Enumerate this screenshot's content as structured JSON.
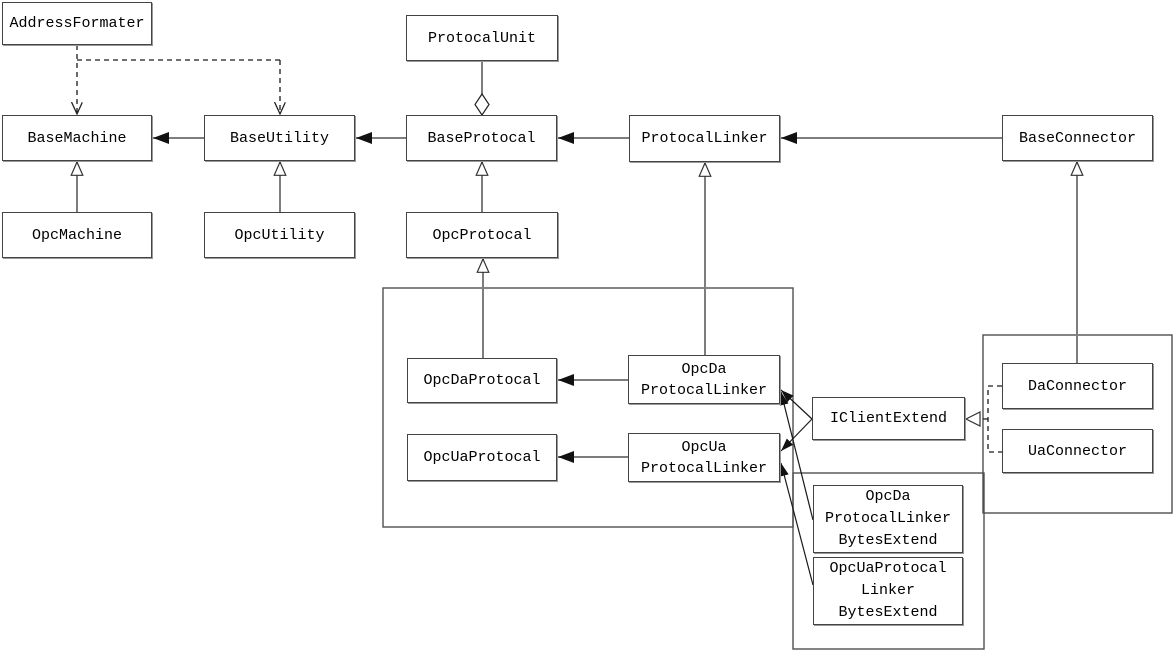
{
  "diagram": {
    "kind": "uml-class-diagram",
    "background_color": "#ffffff",
    "line_color": "#7d7d7d",
    "edge_accent_color": "#111111",
    "box_border_color": "#444444"
  },
  "nodes": {
    "address_formater": {
      "label": "AddressFormater"
    },
    "protocal_unit": {
      "label": "ProtocalUnit"
    },
    "base_machine": {
      "label": "BaseMachine"
    },
    "base_utility": {
      "label": "BaseUtility"
    },
    "base_protocal": {
      "label": "BaseProtocal"
    },
    "protocal_linker": {
      "label": "ProtocalLinker"
    },
    "base_connector": {
      "label": "BaseConnector"
    },
    "opc_machine": {
      "label": "OpcMachine"
    },
    "opc_utility": {
      "label": "OpcUtility"
    },
    "opc_protocal": {
      "label": "OpcProtocal"
    },
    "opc_da_protocal": {
      "label": "OpcDaProtocal"
    },
    "opc_da_protocal_linker": {
      "label": "OpcDa\nProtocalLinker"
    },
    "opc_ua_protocal": {
      "label": "OpcUaProtocal"
    },
    "opc_ua_protocal_linker": {
      "label": "OpcUa\nProtocalLinker"
    },
    "i_client_extend": {
      "label": "IClientExtend"
    },
    "da_connector": {
      "label": "DaConnector"
    },
    "ua_connector": {
      "label": "UaConnector"
    },
    "opc_da_protocal_linker_bytes_extend": {
      "label": "OpcDa\nProtocalLinker\nBytesExtend"
    },
    "opc_ua_protocal_linker_bytes_extend": {
      "label": "OpcUaProtocal\nLinker\nBytesExtend"
    }
  },
  "edges": [
    {
      "from": "opc_machine",
      "to": "base_machine",
      "type": "inheritance"
    },
    {
      "from": "opc_utility",
      "to": "base_utility",
      "type": "inheritance"
    },
    {
      "from": "opc_protocal",
      "to": "base_protocal",
      "type": "inheritance"
    },
    {
      "from": "opc_da_protocal",
      "to": "opc_protocal",
      "type": "inheritance"
    },
    {
      "from": "opc_da_protocal_linker",
      "to": "protocal_linker",
      "type": "inheritance"
    },
    {
      "from": "da_connector",
      "to": "base_connector",
      "type": "inheritance"
    },
    {
      "from": "protocal_unit",
      "to": "base_protocal",
      "type": "aggregation"
    },
    {
      "from": "base_utility",
      "to": "base_machine",
      "type": "directed-association"
    },
    {
      "from": "base_protocal",
      "to": "base_utility",
      "type": "directed-association"
    },
    {
      "from": "protocal_linker",
      "to": "base_protocal",
      "type": "directed-association"
    },
    {
      "from": "base_connector",
      "to": "protocal_linker",
      "type": "directed-association"
    },
    {
      "from": "opc_da_protocal_linker",
      "to": "opc_da_protocal",
      "type": "directed-association"
    },
    {
      "from": "opc_ua_protocal_linker",
      "to": "opc_ua_protocal",
      "type": "directed-association"
    },
    {
      "from": "address_formater",
      "to": "base_machine",
      "type": "dashed-dependency"
    },
    {
      "from": "address_formater",
      "to": "base_utility",
      "type": "dashed-dependency"
    },
    {
      "from": "da_connector",
      "to": "i_client_extend",
      "type": "dashed-realization"
    },
    {
      "from": "ua_connector",
      "to": "i_client_extend",
      "type": "dashed-realization"
    },
    {
      "from": "i_client_extend",
      "to": "opc_da_protocal_linker",
      "type": "directed-association"
    },
    {
      "from": "i_client_extend",
      "to": "opc_ua_protocal_linker",
      "type": "directed-association"
    },
    {
      "from": "opc_da_protocal_linker_bytes_extend",
      "to": "opc_da_protocal_linker",
      "type": "directed-association"
    },
    {
      "from": "opc_ua_protocal_linker_bytes_extend",
      "to": "opc_ua_protocal_linker",
      "type": "directed-association"
    }
  ]
}
